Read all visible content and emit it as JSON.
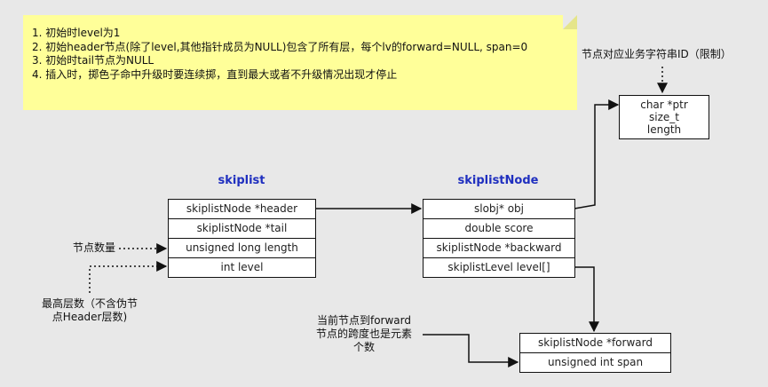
{
  "note": {
    "lines": [
      "1. 初始时level为1",
      "2. 初始header节点(除了level,其他指针成员为NULL)包含了所有层，每个lv的forward=NULL, span=0",
      "3. 初始时tail节点为NULL",
      "4. 插入时，掷色子命中升级时要连续掷，直到最大或者不升级情况出现才停止"
    ]
  },
  "skiplist": {
    "title": "skiplist",
    "fields": [
      "skiplistNode *header",
      "skiplistNode *tail",
      "unsigned long length",
      "int level"
    ]
  },
  "skiplistNode": {
    "title": "skiplistNode",
    "fields": [
      "slobj* obj",
      "double score",
      "skiplistNode *backward",
      "skiplistLevel level[]"
    ]
  },
  "obj": {
    "fields": [
      "char *ptr",
      "size_t",
      "length"
    ]
  },
  "level": {
    "fields": [
      "skiplistNode *forward",
      "unsigned int span"
    ]
  },
  "annotations": {
    "node_count": "节点数量",
    "max_level_line1": "最高层数（不含伪节",
    "max_level_line2": "点Header层数)",
    "obj_note": "节点对应业务字符串ID（限制）",
    "span_line1": "当前节点到forward",
    "span_line2": "节点的跨度也是元素",
    "span_line3": "个数"
  },
  "colors": {
    "background": "#e8e8e8",
    "note": "#ffff99",
    "title": "#1f2fbf",
    "line": "#111111"
  }
}
